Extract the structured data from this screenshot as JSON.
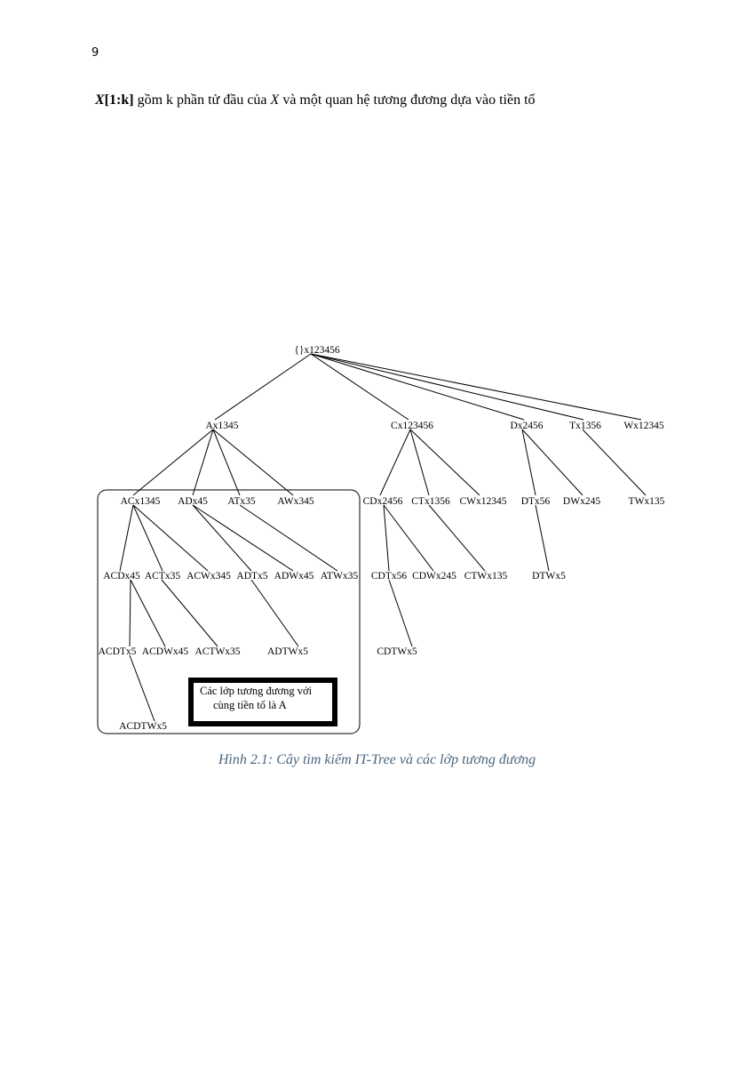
{
  "page_number": "9",
  "body_text": {
    "x_prefix": "X",
    "bracket": "[1:k]",
    "part1": " gồm k phần tử đầu của ",
    "x_mid": "X",
    "part2": " và một quan hệ tương đương dựa vào tiền tố"
  },
  "tree": {
    "root": "{}x123456",
    "level1": [
      "Ax1345",
      "Cx123456",
      "Dx2456",
      "Tx1356",
      "Wx12345"
    ],
    "level2": [
      "ACx1345",
      "ADx45",
      "ATx35",
      "AWx345",
      "CDx2456",
      "CTx1356",
      "CWx12345",
      "DTx56",
      "DWx245",
      "TWx135"
    ],
    "level3": [
      "ACDx45",
      "ACTx35",
      "ACWx345",
      "ADTx5",
      "ADWx45",
      "ATWx35",
      "CDTx56",
      "CDWx245",
      "CTWx135",
      "DTWx5"
    ],
    "level4": [
      "ACDTx5",
      "ACDWx45",
      "ACTWx35",
      "ADTWx5",
      "CDTWx5"
    ],
    "level5": [
      "ACDTWx5"
    ]
  },
  "legend": {
    "line1": "Các lớp tương đương với",
    "line2": "cùng tiền tố là A"
  },
  "caption": "Hình 2.1: Cây tìm kiếm IT-Tree và các lớp tương đương"
}
